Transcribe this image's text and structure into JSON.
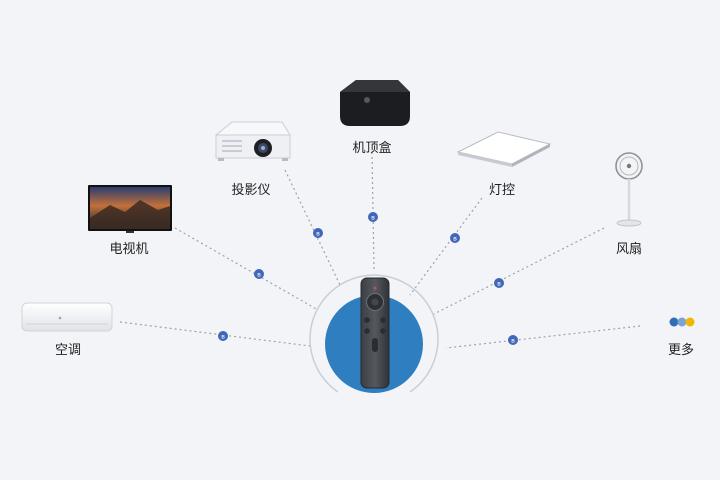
{
  "center": {
    "device": "remote-control",
    "circle_color": "#2f7ec0"
  },
  "devices": [
    {
      "id": "ac",
      "label": "空调",
      "icon": "air-conditioner-icon"
    },
    {
      "id": "tv",
      "label": "电视机",
      "icon": "tv-icon"
    },
    {
      "id": "projector",
      "label": "投影仪",
      "icon": "projector-icon"
    },
    {
      "id": "box",
      "label": "机顶盒",
      "icon": "set-top-box-icon"
    },
    {
      "id": "light",
      "label": "灯控",
      "icon": "ceiling-light-icon"
    },
    {
      "id": "fan",
      "label": "风扇",
      "icon": "fan-icon"
    },
    {
      "id": "more",
      "label": "更多",
      "icon": "more-dots-icon"
    }
  ],
  "colors": {
    "background": "#f3f4f8",
    "connector": "#9aa3ae",
    "bluetooth_badge": "#3f66b8",
    "more_dots": [
      "#2f6fb5",
      "#7aa4d8",
      "#f2b705"
    ]
  }
}
